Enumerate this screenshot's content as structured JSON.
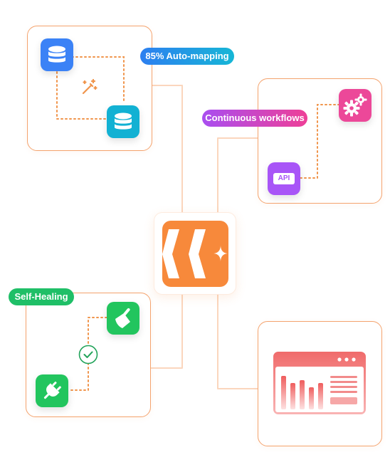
{
  "labels": {
    "auto_mapping": "85% Auto-mapping",
    "continuous_workflows": "Continuous workflows",
    "self_healing": "Self-Healing",
    "api": "API"
  },
  "colors": {
    "card_border": "#f4a36e",
    "connector": "#fbd6bd",
    "dotted": "#f0954c",
    "auto_mapping_pill": [
      "#2d7ff0",
      "#16b6d6"
    ],
    "continuous_workflows_pill": [
      "#a94ef0",
      "#ee3f97"
    ],
    "self_healing_pill": "#1fbf67",
    "database_primary": "#3b82f6",
    "database_secondary": "#12b1d3",
    "gear_tile": "#ec4899",
    "api_tile": "#a855f7",
    "broom_tile": "#22c55e",
    "plug_tile": "#22c55e",
    "logo": "#f7893b",
    "chart_red": "#f06b6b"
  },
  "icons": {
    "top_left_primary": "database-icon",
    "top_left_secondary": "database-icon",
    "top_left_center": "magic-wand-icon",
    "top_right_top": "gears-icon",
    "top_right_bottom": "api-icon",
    "center": "k-logo-icon",
    "bottom_left_top": "broom-icon",
    "bottom_left_center": "check-circle-icon",
    "bottom_left_bottom": "plug-icon",
    "bottom_right": "dashboard-chart-icon"
  }
}
